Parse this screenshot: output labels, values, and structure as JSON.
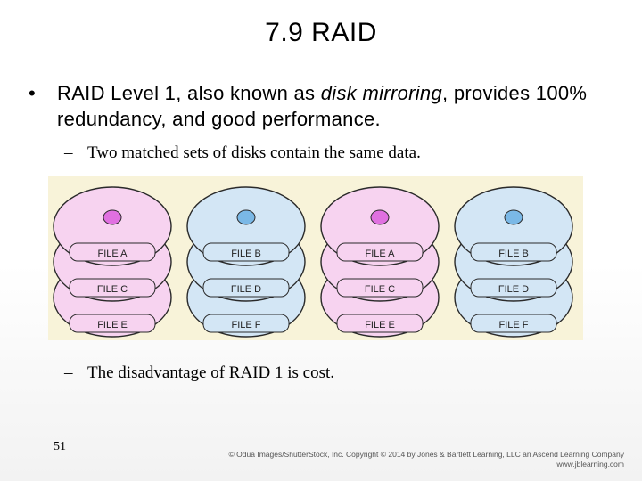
{
  "slide": {
    "title": "7.9 RAID",
    "bullet_symbol": "•",
    "bullet_text_1": "RAID Level 1, also known as ",
    "bullet_text_italic": "disk mirroring",
    "bullet_text_2": ", provides 100% redundancy, and good performance.",
    "sub_dash": "–",
    "sub_point_1": "Two matched sets of disks contain the same data.",
    "sub_point_2": "The disadvantage of RAID 1 is cost.",
    "page_number": "51",
    "copyright_line_1": "© Odua Images/ShutterStock, Inc. Copyright © 2014 by Jones & Bartlett Learning, LLC an Ascend Learning Company",
    "copyright_line_2": "www.jblearning.com"
  },
  "figure": {
    "colors": {
      "background": "#f8f3d9",
      "pink_fill": "#f7d3f0",
      "blue_fill": "#d3e6f5",
      "hub_pink": "#e070e0",
      "hub_blue": "#7ab8e6",
      "stroke": "#2a2a2a"
    },
    "stacks": [
      {
        "color": "pink",
        "labels": [
          "FILE A",
          "FILE C",
          "FILE E"
        ]
      },
      {
        "color": "blue",
        "labels": [
          "FILE B",
          "FILE D",
          "FILE F"
        ]
      },
      {
        "color": "pink",
        "labels": [
          "FILE A",
          "FILE C",
          "FILE E"
        ]
      },
      {
        "color": "blue",
        "labels": [
          "FILE B",
          "FILE D",
          "FILE F"
        ]
      }
    ]
  }
}
